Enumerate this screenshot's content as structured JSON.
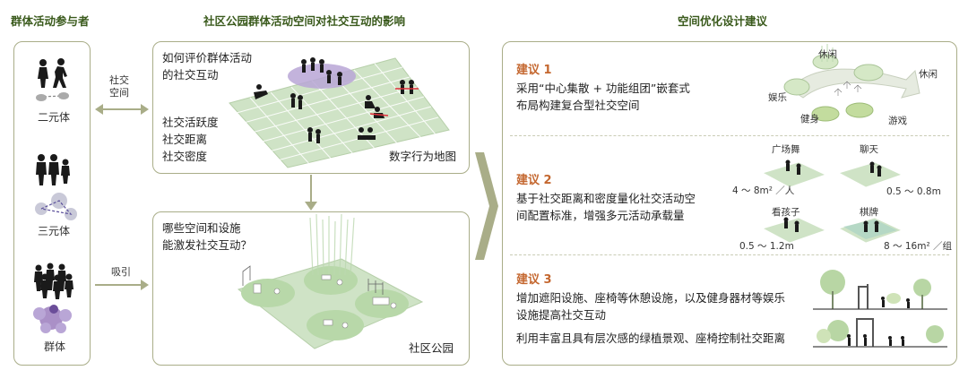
{
  "headers": {
    "left": "群体活动参与者",
    "middle": "社区公园群体活动空间对社交互动的影响",
    "right": "空间优化设计建议"
  },
  "participants": [
    {
      "label": "二元体"
    },
    {
      "label": "三元体"
    },
    {
      "label": "群体"
    }
  ],
  "arrows": {
    "top_label": "社交\n空间",
    "bottom_label": "吸引"
  },
  "top_panel": {
    "question": "如何评价群体活动\n的社交互动",
    "metrics": [
      "社交活跃度",
      "社交距离",
      "社交密度"
    ],
    "map_label": "数字行为地图"
  },
  "bottom_panel": {
    "question": "哪些空间和设施\n能激发社交互动？",
    "map_label": "社区公园"
  },
  "suggestions": [
    {
      "title": "建议 1",
      "body": [
        "采用“中心集散 + 功能组团”嵌套式",
        "布局构建复合型社交空间"
      ],
      "tags": [
        "休闲",
        "休闲",
        "娱乐",
        "健身",
        "游戏"
      ]
    },
    {
      "title": "建议 2",
      "body": [
        "基于社交距离和密度量化社交活动空",
        "间配置标准，增强多元活动承载量"
      ],
      "grids": [
        "广场舞",
        "聊天",
        "看孩子",
        "棋牌"
      ],
      "measures": [
        "4 ～ 8m² ／人",
        "0.5 ～ 0.8m",
        "0.5 ～ 1.2m",
        "8 ～ 16m² ／组"
      ]
    },
    {
      "title": "建议 3",
      "body": [
        "增加遮阳设施、座椅等休憩设施，以及健身器材等娱乐",
        "设施提高社交互动",
        "利用丰富且具有层次感的绿植景观、座椅控制社交距离"
      ]
    }
  ]
}
